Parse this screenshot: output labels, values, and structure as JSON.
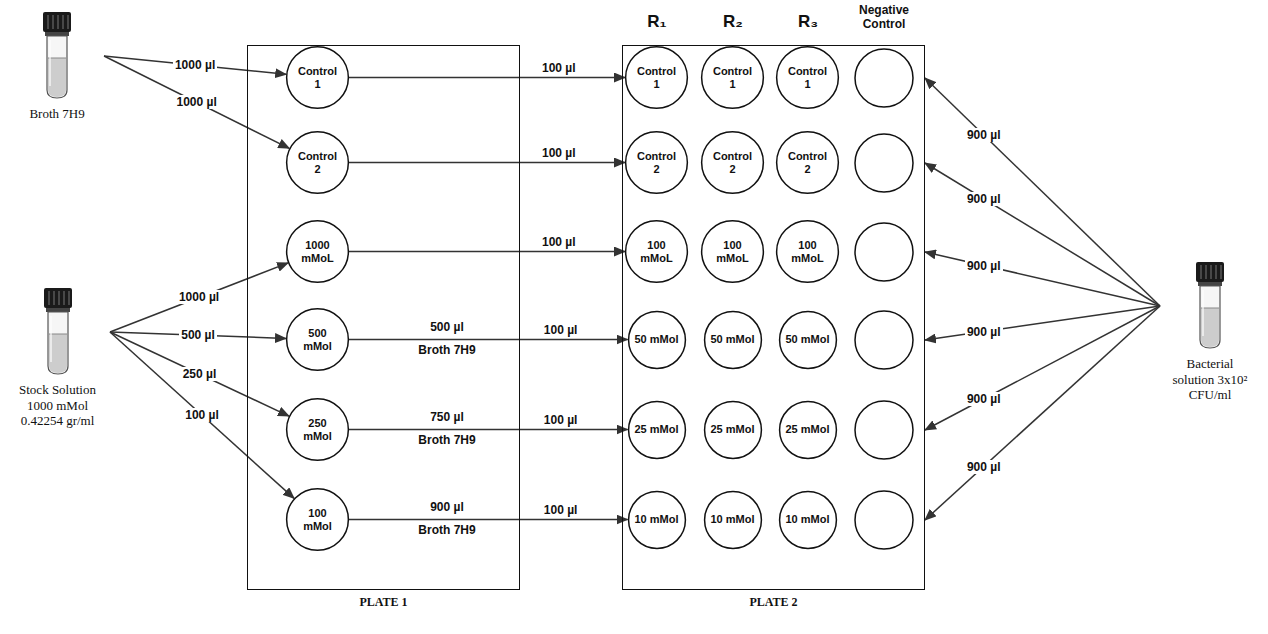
{
  "diagram": {
    "nodes": [
      {
        "text": [
          "Broth 7H9"
        ]
      },
      {
        "text": [
          "Stock Solution 1000 mMol 0.42254 gr/ml"
        ]
      },
      {
        "text": [
          "PLATE 1"
        ]
      },
      {
        "text": [
          "Control 1"
        ],
        "in": 2
      },
      {
        "text": [
          "Control 2"
        ],
        "in": 2
      },
      {
        "text": [
          "1000 mMoL"
        ],
        "in": 2
      },
      {
        "text": [
          "500 mMol"
        ],
        "in": 2
      },
      {
        "text": [
          "250 mMol"
        ],
        "in": 2
      },
      {
        "text": [
          "100 mMol"
        ],
        "in": 2
      },
      {
        "text": [
          "PLATE 2"
        ]
      },
      {
        "text": [
          "Control 1"
        ],
        "in": 9
      },
      {
        "text": [
          "Control 1"
        ],
        "in": 9
      },
      {
        "text": [
          "Control 1"
        ],
        "in": 9
      },
      {
        "text": [
          "Control 2"
        ],
        "in": 9
      },
      {
        "text": [
          "Control 2"
        ],
        "in": 9
      },
      {
        "text": [
          "Control 2"
        ],
        "in": 9
      },
      {
        "text": [
          "100 mMoL"
        ],
        "in": 9
      },
      {
        "text": [
          "100 mMoL"
        ],
        "in": 9
      },
      {
        "text": [
          "100 mMoL"
        ],
        "in": 9
      },
      {
        "text": [
          "50 mMol"
        ],
        "in": 9
      },
      {
        "text": [
          "50 mMol"
        ],
        "in": 9
      },
      {
        "text": [
          "50 mMol"
        ],
        "in": 9
      },
      {
        "text": [
          "25 mMol"
        ],
        "in": 9
      },
      {
        "text": [
          "25 mMol"
        ],
        "in": 9
      },
      {
        "text": [
          "25 mMol"
        ],
        "in": 9
      },
      {
        "text": [
          "10 mMol"
        ],
        "in": 9
      },
      {
        "text": [
          "10 mMol"
        ],
        "in": 9
      },
      {
        "text": [
          "10 mMol"
        ],
        "in": 9
      },
      {
        "text": [
          "Bacterial solution 3x10² CFU/ml"
        ]
      }
    ],
    "edges": [
      {
        "from": 0,
        "to": 3,
        "arrow": "to",
        "label": "1000 µl"
      },
      {
        "from": 0,
        "to": 4,
        "arrow": "to",
        "label": "1000 µl"
      },
      {
        "from": 1,
        "to": 5,
        "arrow": "to",
        "label": "1000 µl"
      },
      {
        "from": 1,
        "to": 6,
        "arrow": "to",
        "label": "500 µl"
      },
      {
        "from": 1,
        "to": 7,
        "arrow": "to",
        "label": "250 µl"
      },
      {
        "from": 1,
        "to": 8,
        "arrow": "to",
        "label": "100 µl"
      },
      {
        "from": 3,
        "to": 10,
        "arrow": "to",
        "label": "100 µl"
      },
      {
        "from": 4,
        "to": 13,
        "arrow": "to",
        "label": "100 µl"
      },
      {
        "from": 5,
        "to": 16,
        "arrow": "to",
        "label": "100 µl"
      },
      {
        "from": 6,
        "to": 19,
        "arrow": "to",
        "label": "100 µl"
      },
      {
        "from": 7,
        "to": 22,
        "arrow": "to",
        "label": "100 µl"
      },
      {
        "from": 8,
        "to": 25,
        "arrow": "to",
        "label": "100 µl"
      },
      {
        "from": 28,
        "to": 9,
        "arrow": "to",
        "label": "900 µl"
      },
      {
        "from": 28,
        "to": 9,
        "arrow": "to",
        "label": "900 µl"
      },
      {
        "from": 28,
        "to": 9,
        "arrow": "to",
        "label": "900 µl"
      },
      {
        "from": 28,
        "to": 9,
        "arrow": "to",
        "label": "900 µl"
      },
      {
        "from": 28,
        "to": 9,
        "arrow": "to",
        "label": "900 µl"
      },
      {
        "from": 28,
        "to": 9,
        "arrow": "to",
        "label": "900 µl"
      }
    ],
    "labels": [
      "R₁",
      "R₂",
      "R₃",
      "Negative Control",
      "500 µl",
      "Broth 7H9",
      "750 µl",
      "Broth 7H9",
      "900 µl",
      "Broth 7H9"
    ]
  }
}
